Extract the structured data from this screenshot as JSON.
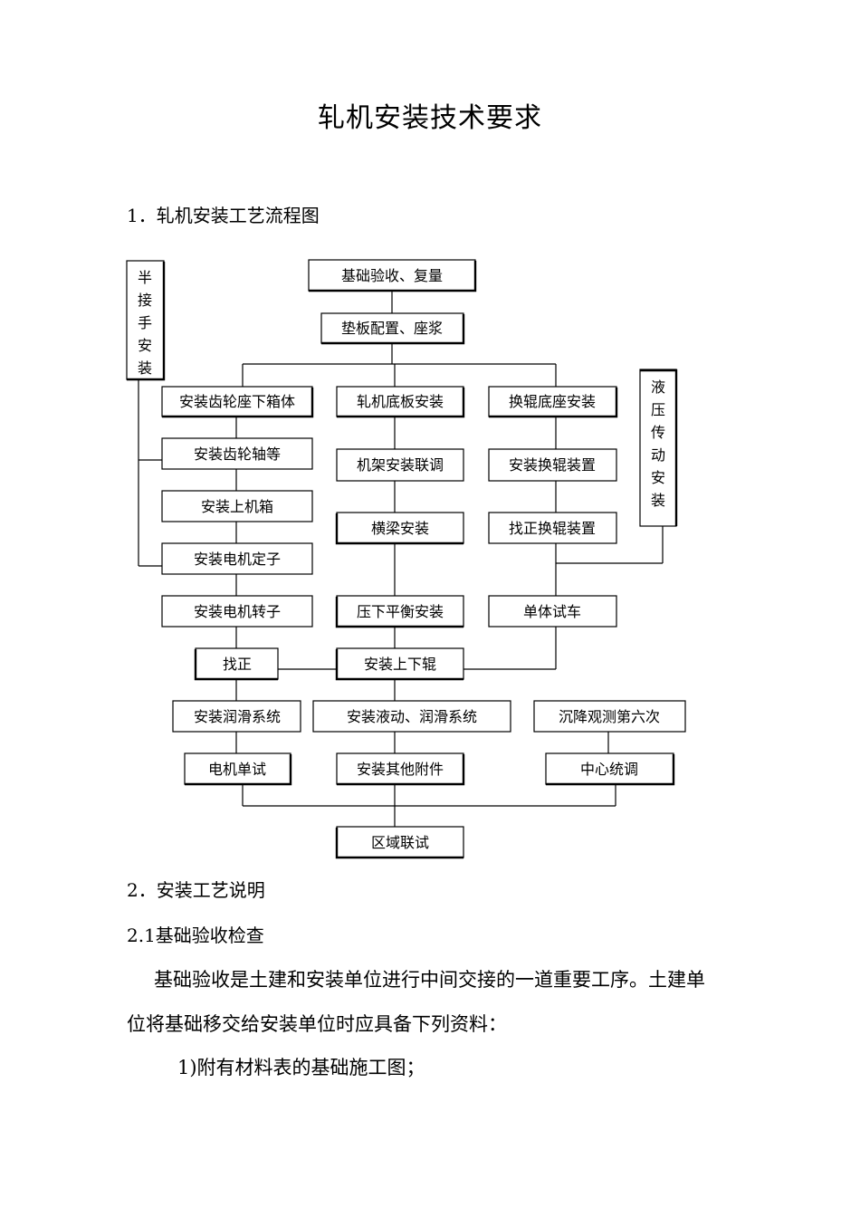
{
  "doc": {
    "title": "轧机安装技术要求",
    "section1": "1．轧机安装工艺流程图",
    "section2": "2．安装工艺说明",
    "section21": "2.1基础验收检查",
    "para1_line1": "基础验收是土建和安装单位进行中间交接的一道重要工序。土建单",
    "para1_line2": "位将基础移交给安装单位时应具备下列资料：",
    "item1": "1)附有材料表的基础施工图；"
  },
  "flow": {
    "base_check": "基础验收、复量",
    "shim_grout": "垫板配置、座浆",
    "gear_lower_box": "安装齿轮座下箱体",
    "gear_shaft": "安装齿轮轴等",
    "upper_box": "安装上机箱",
    "motor_stator": "安装电机定子",
    "motor_rotor": "安装电机转子",
    "align": "找正",
    "lube_system": "安装润滑系统",
    "motor_test": "电机单试",
    "mill_base_plate": "轧机底板安装",
    "frame_adjust": "机架安装联调",
    "crossbeam": "横梁安装",
    "press_balance": "压下平衡安装",
    "rolls": "安装上下辊",
    "hyd_lube": "安装液动、润滑系统",
    "other_parts": "安装其他附件",
    "area_test": "区域联试",
    "change_base": "换辊底座安装",
    "change_device": "安装换辊装置",
    "align_change": "找正换辊装置",
    "unit_test": "单体试车",
    "settle_obs": "沉降观测第六次",
    "center_adjust": "中心统调",
    "half_coupling": [
      "半",
      "接",
      "手",
      "安",
      "装"
    ],
    "hydraulic": [
      "液",
      "压",
      "传",
      "动",
      "安",
      "装"
    ]
  }
}
